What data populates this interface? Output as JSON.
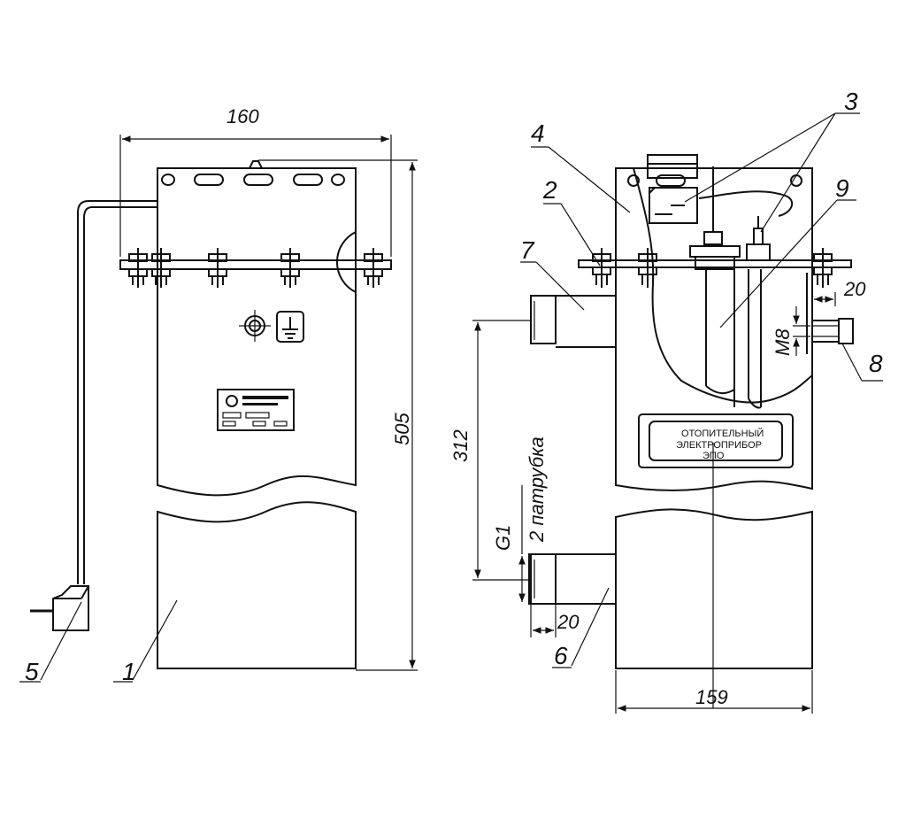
{
  "dimensions": {
    "width_left": "160",
    "height_total": "505",
    "nozzle_spacing": "312",
    "nozzle_note": "2 патрубка",
    "thread_pipe": "G1",
    "nozzle_length": "20",
    "bolt_offset": "20",
    "bolt_thread": "M8",
    "width_right": "159"
  },
  "callouts": [
    "1",
    "2",
    "3",
    "4",
    "5",
    "6",
    "7",
    "8",
    "9"
  ],
  "label_plate": {
    "line1": "ОТОПИТЕЛЬНЫЙ",
    "line2": "ЭЛЕКТРОПРИБОР",
    "line3": "ЭПО"
  },
  "icons": [
    "ground-symbol-icon",
    "terminal-ring-icon",
    "nameplate-logo-icon"
  ]
}
